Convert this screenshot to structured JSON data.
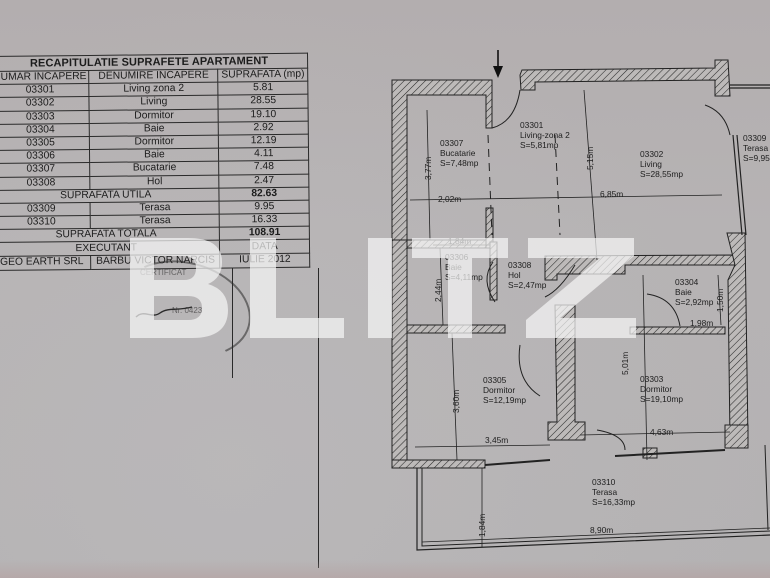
{
  "summary_table": {
    "title": "RECAPITULATIE SUPRAFETE APARTAMENT",
    "headers": [
      "NUMAR INCAPERE",
      "DENUMIRE INCAPERE",
      "SUPRAFATA (mp)"
    ],
    "rows": [
      {
        "code": "03301",
        "name": "Living zona 2",
        "area": "5.81"
      },
      {
        "code": "03302",
        "name": "Living",
        "area": "28.55"
      },
      {
        "code": "03303",
        "name": "Dormitor",
        "area": "19.10"
      },
      {
        "code": "03304",
        "name": "Baie",
        "area": "2.92"
      },
      {
        "code": "03305",
        "name": "Dormitor",
        "area": "12.19"
      },
      {
        "code": "03306",
        "name": "Baie",
        "area": "4.11"
      },
      {
        "code": "03307",
        "name": "Bucatarie",
        "area": "7.48"
      },
      {
        "code": "03308",
        "name": "Hol",
        "area": "2.47"
      }
    ],
    "usable_label": "SUPRAFATA UTILA",
    "usable_value": "82.63",
    "terrace_rows": [
      {
        "code": "03309",
        "name": "Terasa",
        "area": "9.95"
      },
      {
        "code": "03310",
        "name": "Terasa",
        "area": "16.33"
      }
    ],
    "total_label": "SUPRAFATA TOTALA",
    "total_value": "108.91",
    "executant_label": "EXECUTANT",
    "date_label": "DATA",
    "executant_company": "GEO EARTH SRL",
    "executant_person": "BARBU VICTOR NARCIS",
    "date_value": "IULIE 2012"
  },
  "stamp": {
    "text_top": "CERTIFICAT",
    "text_mid": "Nr. 0423"
  },
  "floor_plan": {
    "rooms": [
      {
        "code": "03307",
        "name": "Bucatarie",
        "area": "S=7,48mp"
      },
      {
        "code": "03301",
        "name": "Living-zona 2",
        "area": "S=5,81mp"
      },
      {
        "code": "03302",
        "name": "Living",
        "area": "S=28,55mp"
      },
      {
        "code": "03309",
        "name": "Terasa",
        "area": "S=9,95"
      },
      {
        "code": "03306",
        "name": "Baie",
        "area": "S=4,11mp"
      },
      {
        "code": "03308",
        "name": "Hol",
        "area": "S=2,47mp"
      },
      {
        "code": "03304",
        "name": "Baie",
        "area": "S=2,92mp"
      },
      {
        "code": "03305",
        "name": "Dormitor",
        "area": "S=12,19mp"
      },
      {
        "code": "03303",
        "name": "Dormitor",
        "area": "S=19,10mp"
      },
      {
        "code": "03310",
        "name": "Terasa",
        "area": "S=16,33mp"
      }
    ],
    "dimensions": {
      "kitchen_height": "3,77m",
      "kitchen_width": "2,02m",
      "living_width": "6,85m",
      "living_height": "5,15m",
      "bath1_width": "1,84m",
      "bath1_height": "2,44m",
      "bath2_width": "1,98m",
      "bath2_height": "1,50m",
      "bed2_height": "3,60m",
      "bed2_width": "3,45m",
      "bed1_height": "5,01m",
      "bed1_width": "4,63m",
      "terrace_depth": "1,84m",
      "terrace_width": "8,90m"
    },
    "entrance_marker": "entrance-arrow"
  },
  "watermark": {
    "text": "BLITZ"
  }
}
